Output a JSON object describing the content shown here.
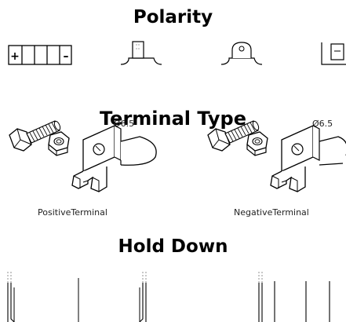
{
  "sections": {
    "polarity": {
      "title": "Polarity",
      "sign_plus": "+",
      "sign_minus": "–"
    },
    "terminal_type": {
      "title": "Terminal Type",
      "diameter_left": "Ø6.5",
      "diameter_right": "Ø6.5",
      "positive_label": "PositiveTerminal",
      "negative_label": "NegativeTerminal"
    },
    "hold_down": {
      "title": "Hold Down"
    }
  },
  "icons": [
    "battery-polarity-icon",
    "flat-tab-terminal-icon",
    "round-post-terminal-icon",
    "side-terminal-icon",
    "bolt-nut-terminal-icon",
    "hold-down-frame-icon"
  ]
}
